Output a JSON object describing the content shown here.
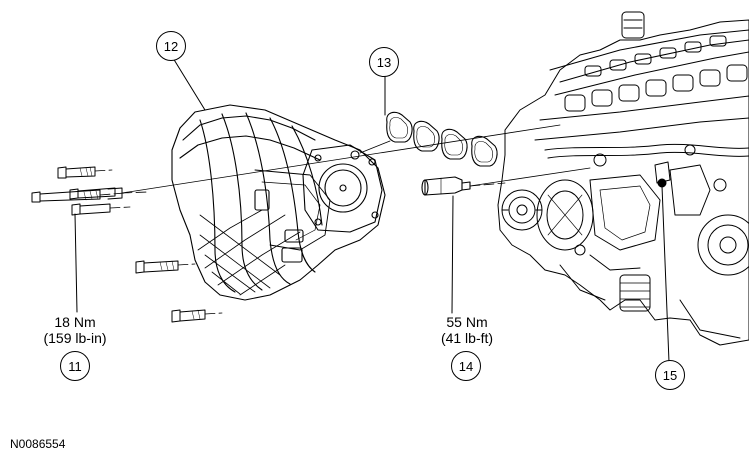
{
  "callouts": {
    "c11": "11",
    "c12": "12",
    "c13": "13",
    "c14": "14",
    "c15": "15"
  },
  "torque": {
    "bolts_nm": "18 Nm",
    "bolts_lbin": "(159 lb-in)",
    "stud_nm": "55 Nm",
    "stud_lbft": "(41 lb-ft)"
  },
  "reference": "N0086554"
}
